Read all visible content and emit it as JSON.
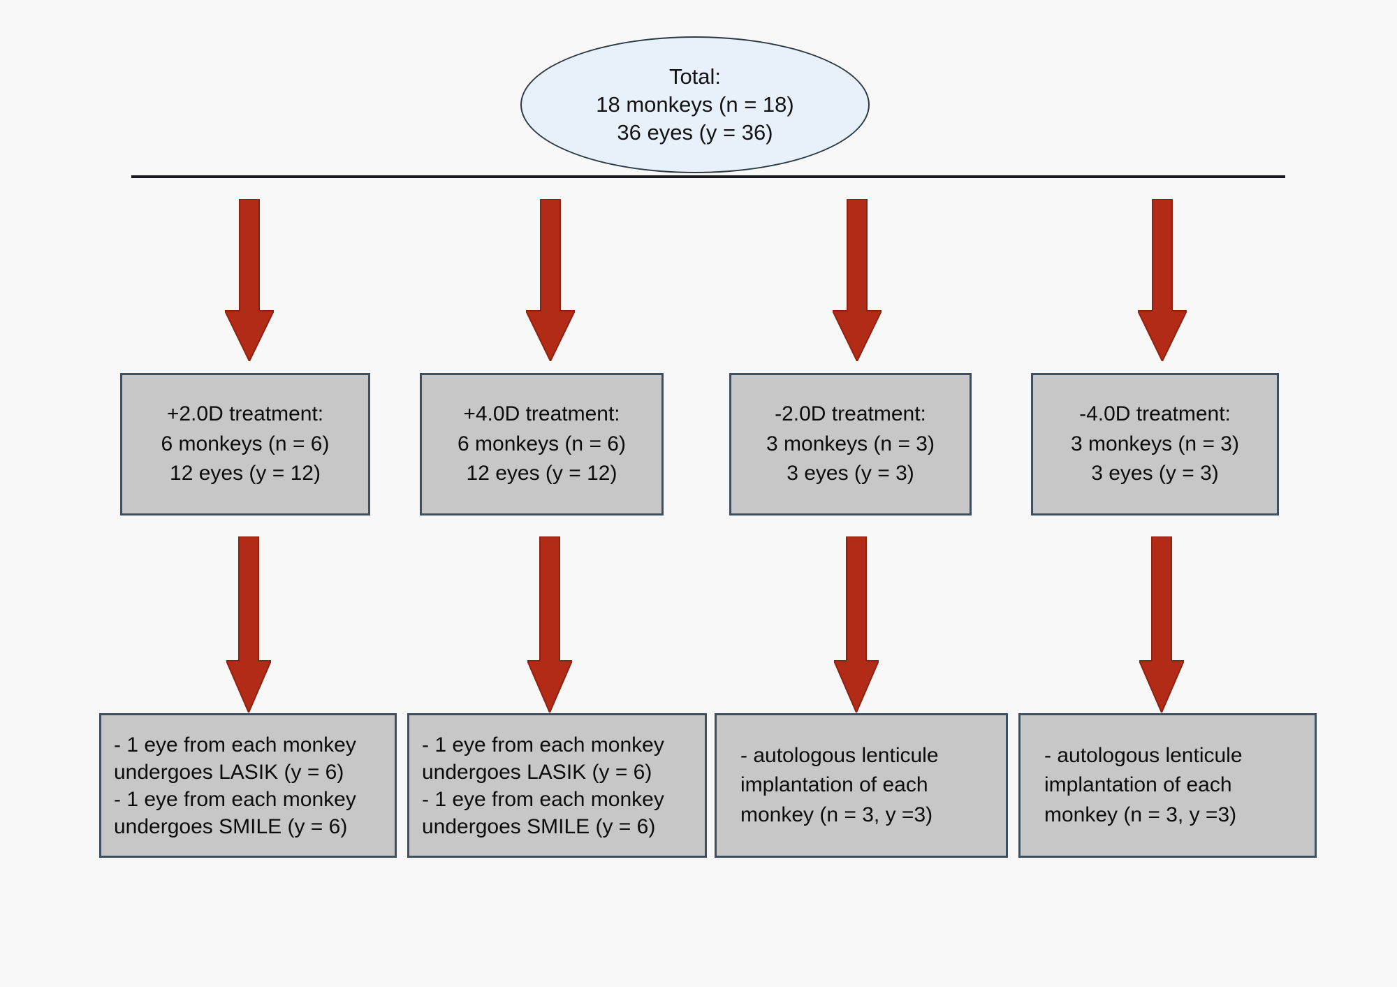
{
  "figure": {
    "type": "flowchart",
    "background_color": "#f7f8f7",
    "arrow_color": "#b22b16",
    "box_fill_color": "#c7c7c7",
    "box_border_color": "#3d4f60",
    "ellipse_fill_color": "#e8f0f9",
    "ellipse_border_color": "#2b3a43",
    "bus_line_color": "#15191c"
  },
  "root": {
    "name": "total-cohort",
    "lines": [
      "Total:",
      "18 monkeys (n = 18)",
      "36 eyes (y = 36)"
    ]
  },
  "groups": [
    {
      "id": "plus-2d",
      "treatment": {
        "lines": [
          "+2.0D treatment:",
          "6 monkeys (n = 6)",
          "12 eyes (y = 12)"
        ]
      },
      "procedure": {
        "lines": [
          "- 1 eye from each monkey",
          "undergoes LASIK (y = 6)",
          "- 1 eye from each monkey",
          "undergoes SMILE (y = 6)"
        ]
      }
    },
    {
      "id": "plus-4d",
      "treatment": {
        "lines": [
          "+4.0D treatment:",
          "6 monkeys (n = 6)",
          "12 eyes (y = 12)"
        ]
      },
      "procedure": {
        "lines": [
          "- 1 eye from each monkey",
          "undergoes LASIK (y = 6)",
          "- 1 eye from each monkey",
          "undergoes SMILE (y = 6)"
        ]
      }
    },
    {
      "id": "minus-2d",
      "treatment": {
        "lines": [
          "-2.0D treatment:",
          "3 monkeys (n = 3)",
          "3 eyes (y = 3)"
        ]
      },
      "procedure": {
        "lines": [
          "- autologous lenticule",
          "implantation of each",
          "monkey (n = 3, y =3)"
        ]
      }
    },
    {
      "id": "minus-4d",
      "treatment": {
        "lines": [
          "-4.0D treatment:",
          "3 monkeys (n = 3)",
          "3 eyes (y = 3)"
        ]
      },
      "procedure": {
        "lines": [
          "- autologous lenticule",
          "implantation of each",
          "monkey (n = 3, y =3)"
        ]
      }
    }
  ]
}
